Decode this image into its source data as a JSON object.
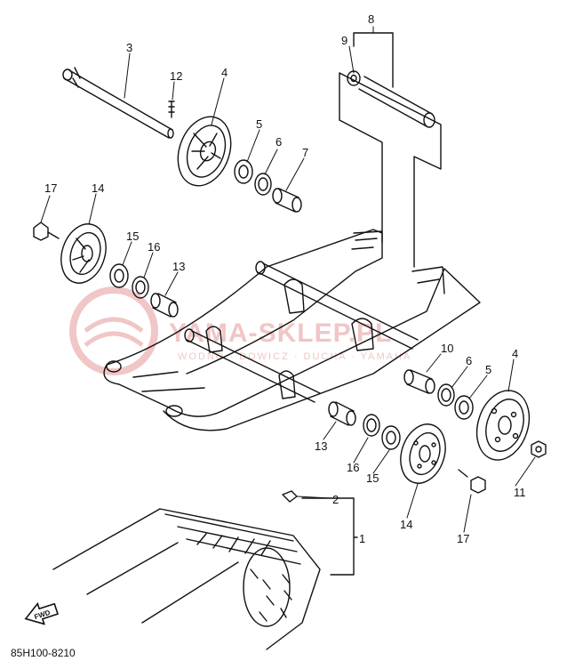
{
  "diagram": {
    "callouts": [
      {
        "id": "c8",
        "text": "8"
      },
      {
        "id": "c9",
        "text": "9"
      },
      {
        "id": "c3",
        "text": "3"
      },
      {
        "id": "c12",
        "text": "12"
      },
      {
        "id": "c4a",
        "text": "4"
      },
      {
        "id": "c5a",
        "text": "5"
      },
      {
        "id": "c6a",
        "text": "6"
      },
      {
        "id": "c7",
        "text": "7"
      },
      {
        "id": "c17a",
        "text": "17"
      },
      {
        "id": "c14a",
        "text": "14"
      },
      {
        "id": "c15a",
        "text": "15"
      },
      {
        "id": "c16a",
        "text": "16"
      },
      {
        "id": "c13a",
        "text": "13"
      },
      {
        "id": "c10",
        "text": "10"
      },
      {
        "id": "c6b",
        "text": "6"
      },
      {
        "id": "c5b",
        "text": "5"
      },
      {
        "id": "c4b",
        "text": "4"
      },
      {
        "id": "c13b",
        "text": "13"
      },
      {
        "id": "c16b",
        "text": "16"
      },
      {
        "id": "c15b",
        "text": "15"
      },
      {
        "id": "c14b",
        "text": "14"
      },
      {
        "id": "c17b",
        "text": "17"
      },
      {
        "id": "c11",
        "text": "11"
      },
      {
        "id": "c2",
        "text": "2"
      },
      {
        "id": "c1",
        "text": "1"
      }
    ],
    "code": "85H100-8210",
    "fwd": "FWD",
    "watermark": {
      "main": "YAMA-SKLEP.PL",
      "sub": "WODNO · DOWICZ · DUCHA · YAMAHA"
    }
  },
  "colors": {
    "ink": "#111111",
    "watermark": "#f1c6c6"
  }
}
